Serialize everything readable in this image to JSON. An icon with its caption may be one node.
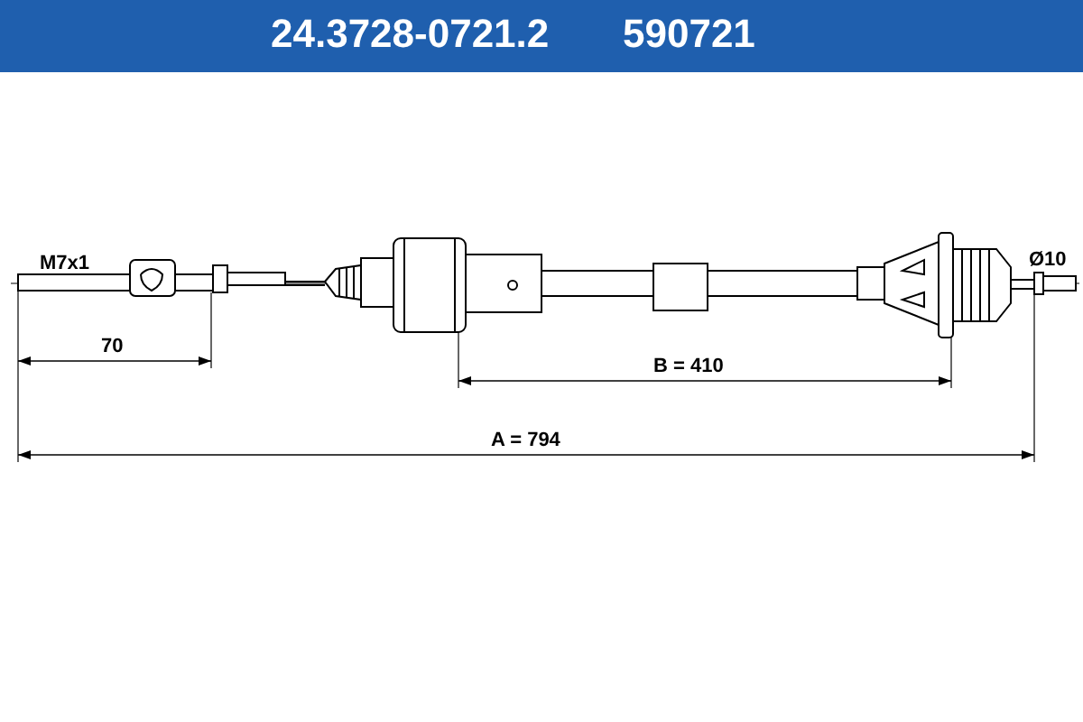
{
  "diagram": {
    "title": "24.3728-0721.2",
    "labels": [
      "590721",
      "M7x1",
      "Ø10",
      "70",
      "B = 410",
      "A = 794"
    ]
  }
}
